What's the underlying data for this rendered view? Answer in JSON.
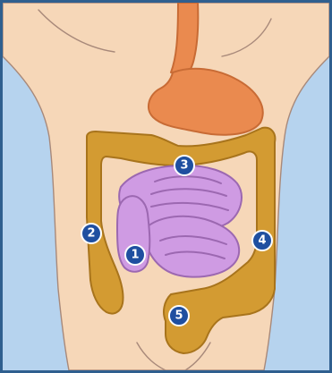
{
  "colors": {
    "frame": "#2f5f8f",
    "background": "#eaf2f6",
    "body_skin": "#f6d7b8",
    "body_outline": "#a8897a",
    "side_shadow": "#b6d3ee",
    "stomach": "#ea8a4f",
    "stomach_outline": "#c86b35",
    "large_intestine": "#d39b32",
    "large_intestine_outline": "#a8741c",
    "small_intestine": "#cf9be3",
    "small_intestine_outline": "#9c68b1",
    "marker_fill": "#1f4fa0",
    "marker_ring": "#ffffff"
  },
  "markers": [
    {
      "label": "1"
    },
    {
      "label": "2"
    },
    {
      "label": "3"
    },
    {
      "label": "4"
    },
    {
      "label": "5"
    }
  ]
}
